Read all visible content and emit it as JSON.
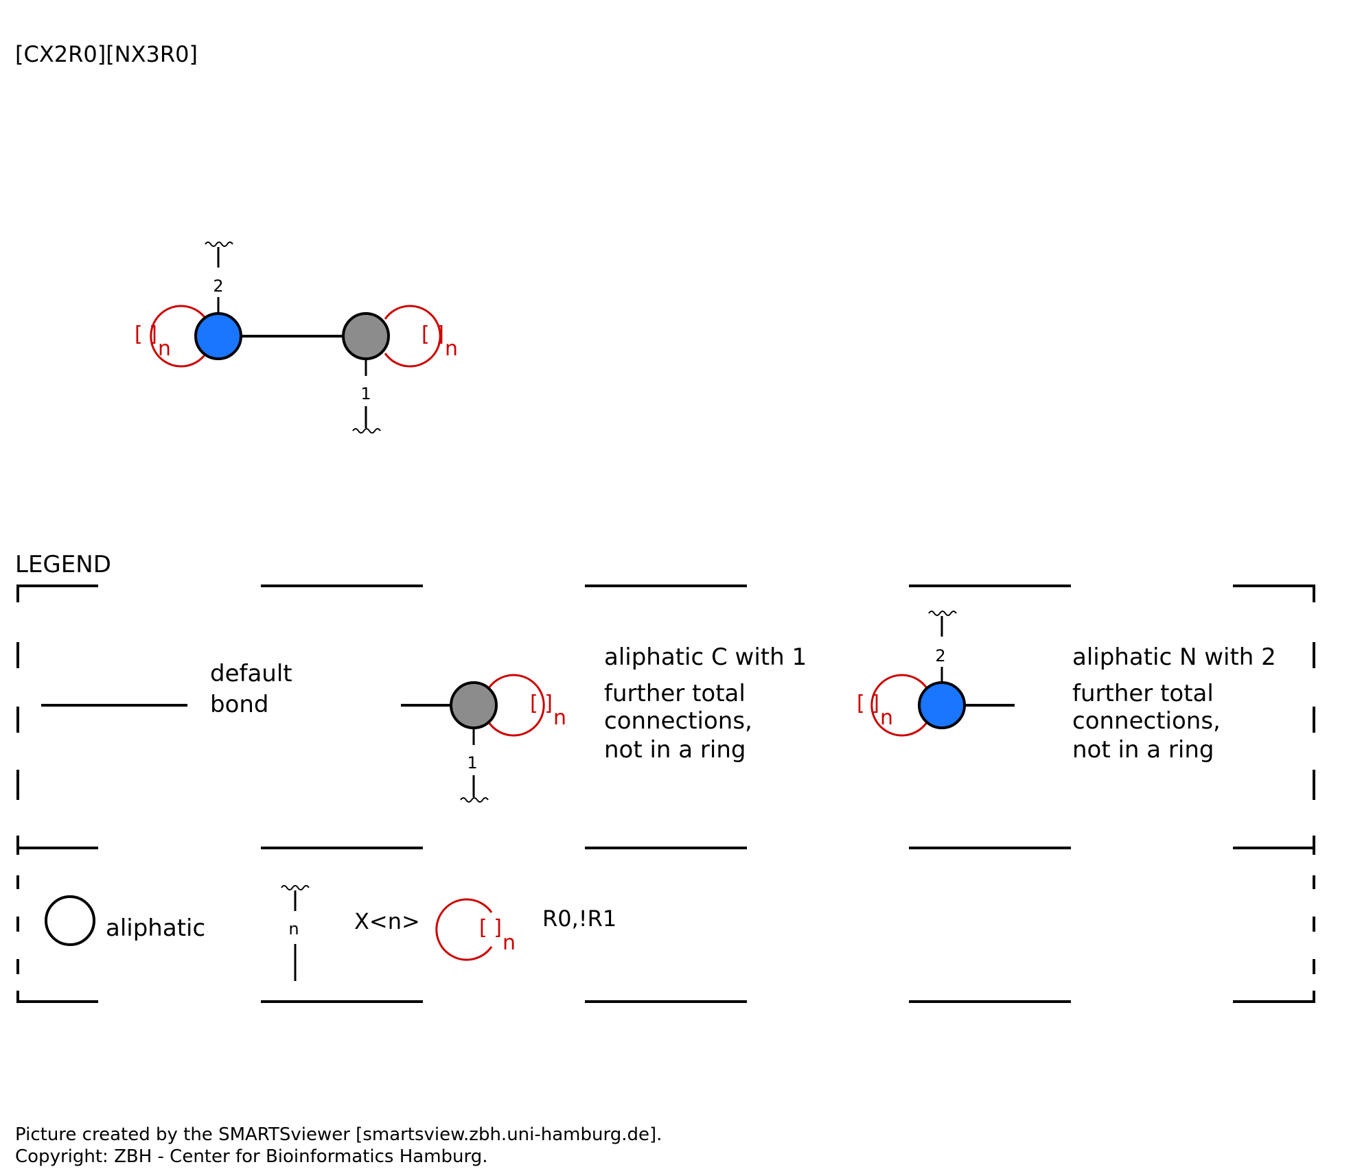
{
  "smarts": "[CX2R0][NX3R0]",
  "molecule": {
    "n_atom_connections": "2",
    "c_atom_connections": "1",
    "ring_bracket": "[ ]",
    "ring_suffix": "n"
  },
  "legend": {
    "title": "LEGEND",
    "bond_line1": "default",
    "bond_line2": "bond",
    "c_desc_line1": "aliphatic C with 1",
    "c_desc_line2": "further total",
    "c_desc_line3": "connections,",
    "c_desc_line4": "not in a ring",
    "c_count": "1",
    "n_desc_line1": "aliphatic N with 2",
    "n_desc_line2": "further total",
    "n_desc_line3": "connections,",
    "n_desc_line4": "not in a ring",
    "n_count": "2",
    "aliphatic_label": "aliphatic",
    "x_n_symbol": "n",
    "x_n_label": "X<n>",
    "ring_bracket": "[ ]",
    "ring_suffix": "n",
    "ring_label": "R0,!R1"
  },
  "footer": {
    "line1": "Picture created by the SMARTSviewer [smartsview.zbh.uni-hamburg.de].",
    "line2": "Copyright: ZBH - Center for Bioinformatics Hamburg."
  },
  "colors": {
    "nitrogen": "#1a75ff",
    "carbon": "#8c8c8c",
    "ring_annotation": "#cc0000",
    "stroke": "#000000"
  }
}
